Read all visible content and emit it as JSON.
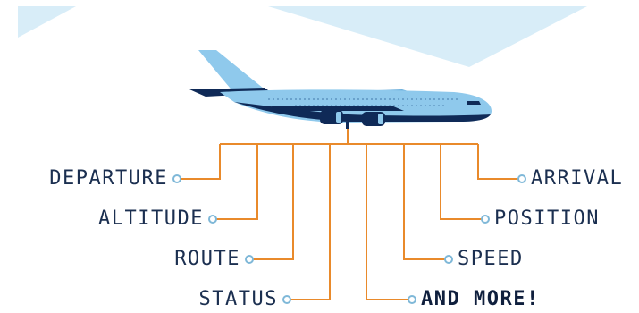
{
  "colors": {
    "background_shape": "#d8edf8",
    "connector": "#e98a2b",
    "endpoint": "#7fb8d8",
    "label_text": "#1b2f50",
    "plane_body": "#8fc9ec",
    "plane_dark": "#0f2a57"
  },
  "icon": "airplane-icon",
  "labels_left": [
    "DEPARTURE",
    "ALTITUDE",
    "ROUTE",
    "STATUS"
  ],
  "labels_right": [
    "ARRIVAL",
    "POSITION",
    "SPEED",
    "AND MORE!"
  ]
}
